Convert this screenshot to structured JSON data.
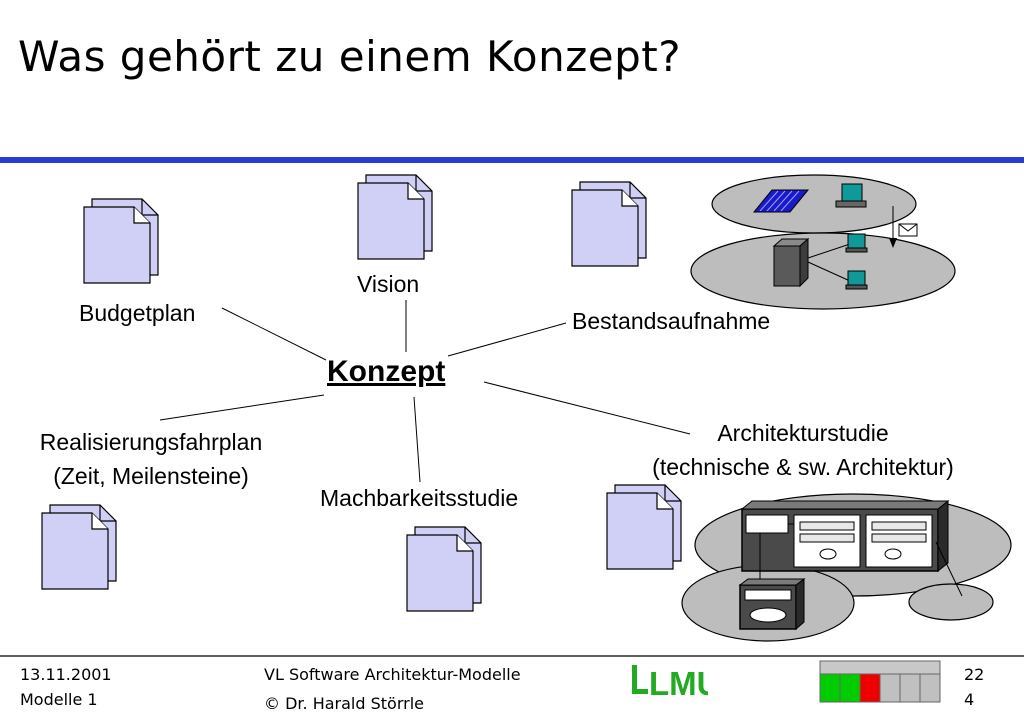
{
  "slide": {
    "title": "Was gehört zu einem Konzept?"
  },
  "diagram": {
    "center": "Konzept",
    "nodes": [
      {
        "id": "budgetplan",
        "label": "Budgetplan"
      },
      {
        "id": "vision",
        "label": "Vision"
      },
      {
        "id": "bestandsaufnahme",
        "label": "Bestandsaufnahme"
      },
      {
        "id": "realisierungsfahrplan",
        "label": "Realisierungsfahrplan",
        "sublabel": "(Zeit, Meilensteine)"
      },
      {
        "id": "machbarkeitsstudie",
        "label": "Machbarkeitsstudie"
      },
      {
        "id": "architekturstudie",
        "label": "Architekturstudie",
        "sublabel": "(technische & sw. Architektur)"
      }
    ],
    "colors": {
      "document_fill": "#d0d0f6",
      "ellipse_fill": "#bdbdbd",
      "accent_rule": "#2a3ad0",
      "server_fill": "#5a5a5a",
      "monitor_fill": "#119999",
      "memory_fill": "#1a1ac8"
    }
  },
  "footer": {
    "date": "13.11.2001",
    "module": "Modelle 1",
    "course": "VL Software Architektur-Modelle",
    "author": "© Dr. Harald Störrle",
    "logo": "LMU",
    "page_top": "22",
    "page_bottom": "4",
    "progress": {
      "cells_total": 6,
      "states": [
        "done",
        "done",
        "current",
        "todo",
        "todo",
        "todo"
      ],
      "colors": {
        "done": "#00cc00",
        "current": "#ee0000",
        "todo": "#c0c0c0"
      }
    }
  }
}
